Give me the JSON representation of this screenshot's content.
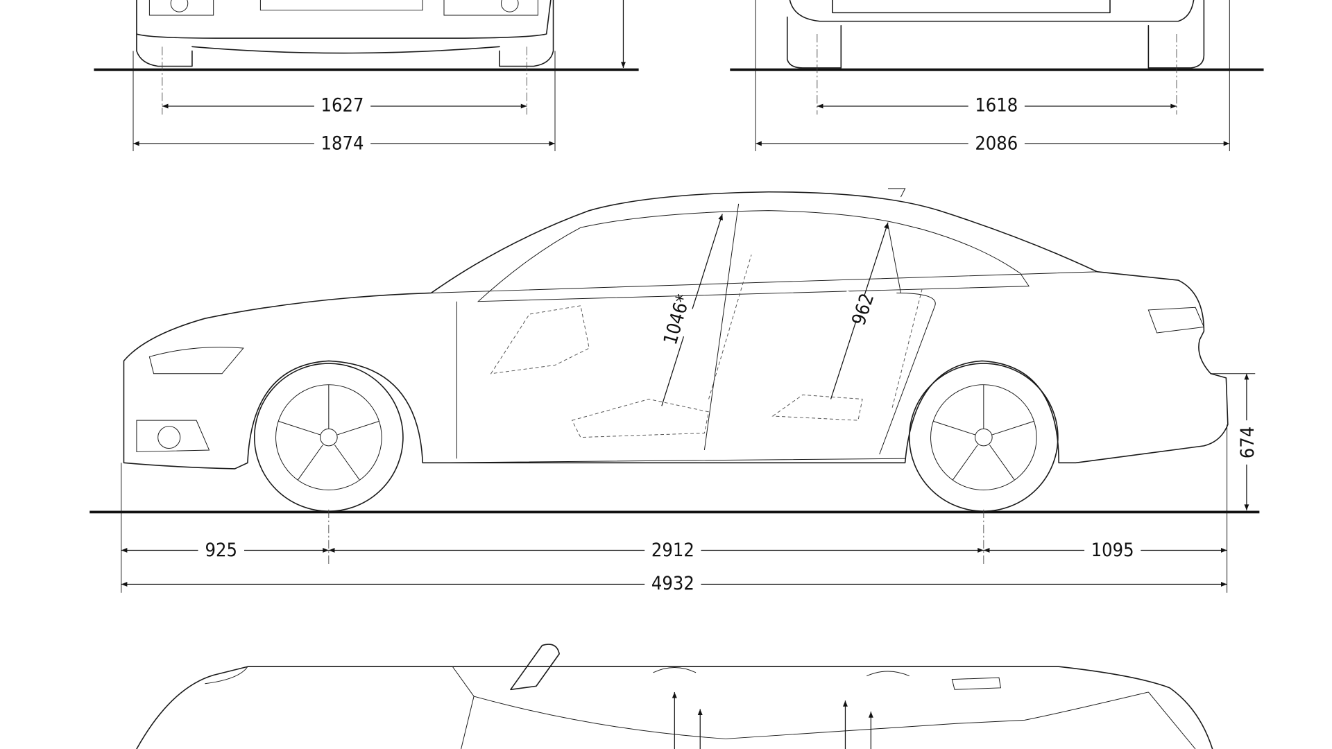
{
  "drawing": {
    "front_view": {
      "track_width": "1627",
      "overall_width": "1874"
    },
    "rear_view": {
      "track_width": "1618",
      "width_with_mirrors": "2086"
    },
    "side_view": {
      "front_overhang": "925",
      "wheelbase": "2912",
      "rear_overhang": "1095",
      "overall_length": "4932",
      "rear_bumper_height": "674",
      "front_headroom": "1046*",
      "rear_headroom": "962"
    }
  }
}
